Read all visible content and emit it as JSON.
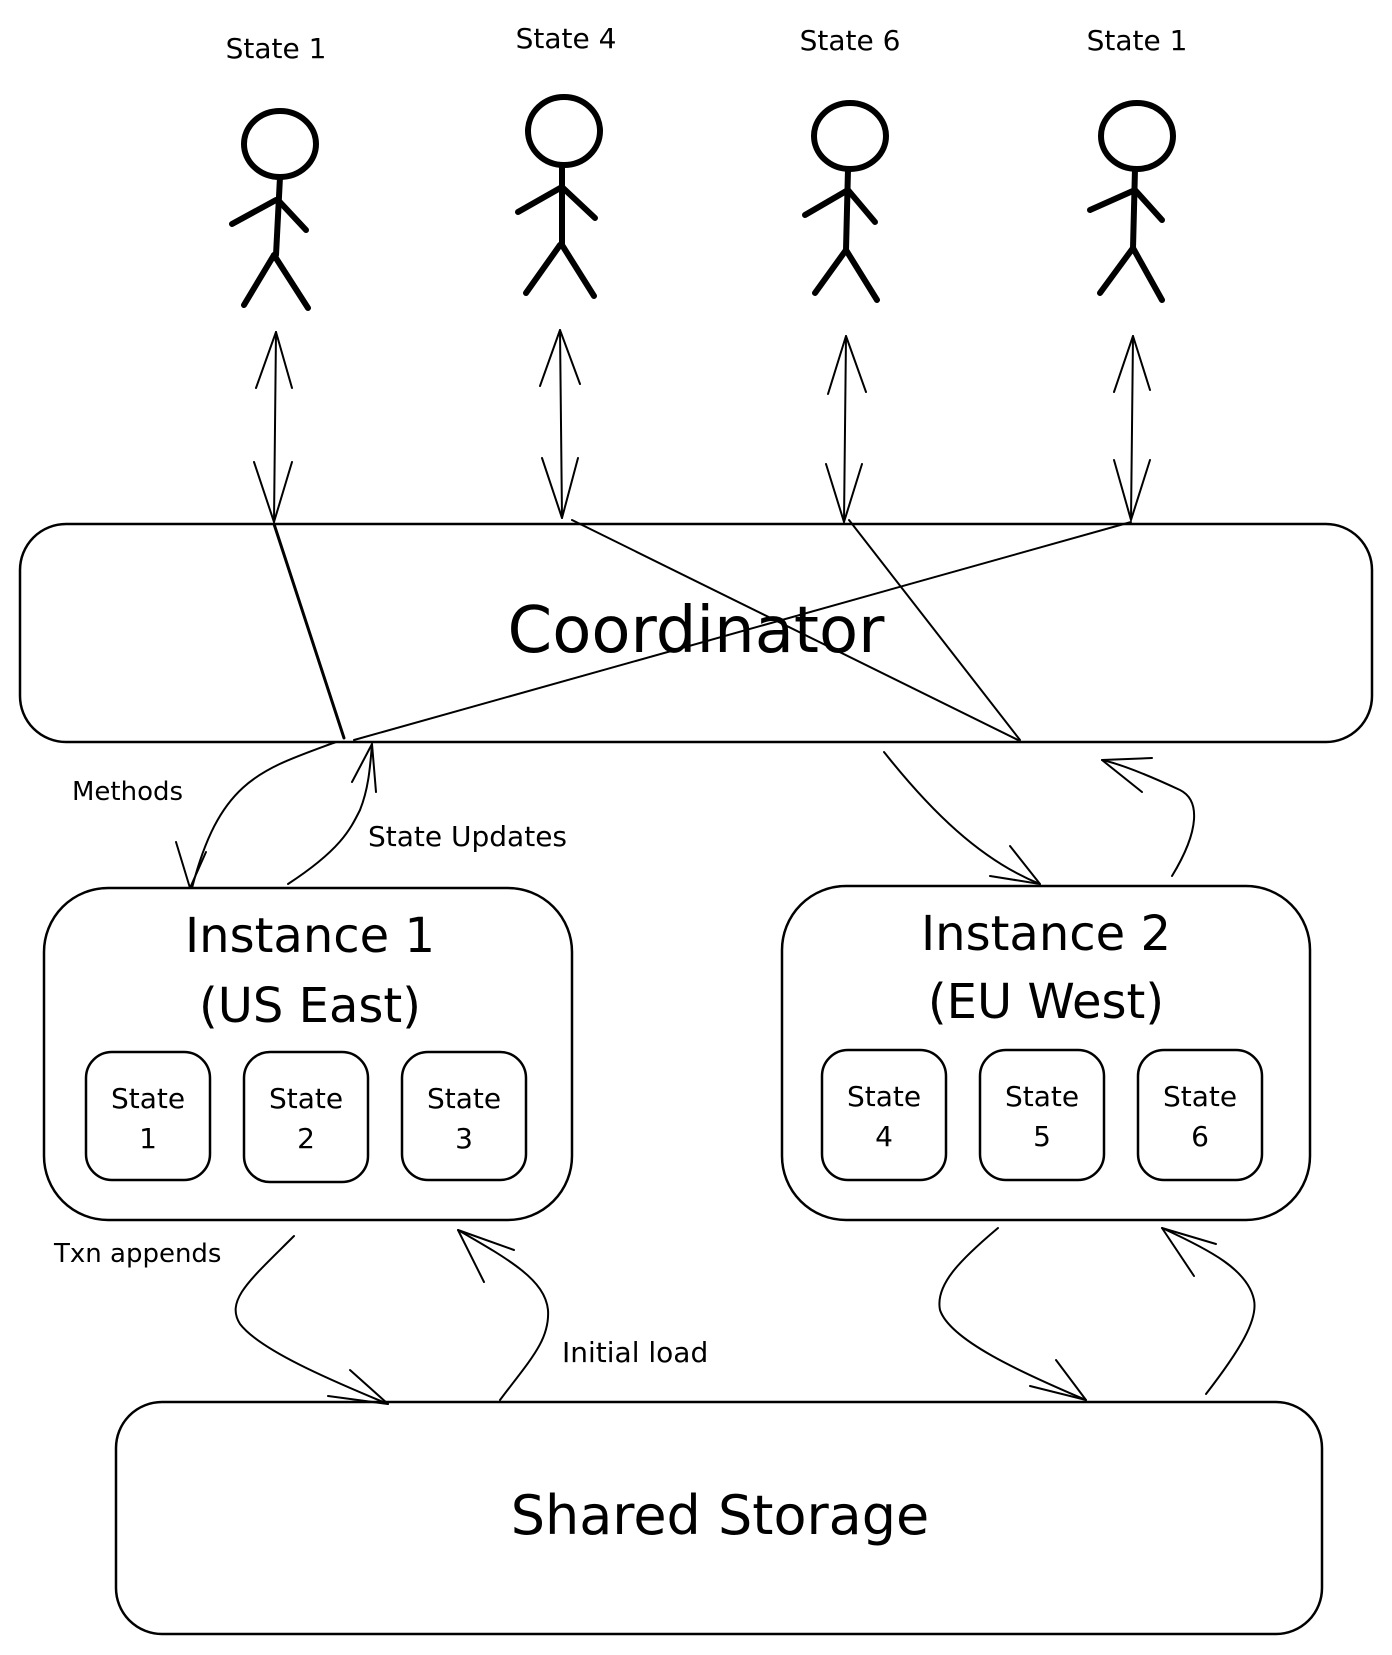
{
  "users": [
    {
      "label": "State 1"
    },
    {
      "label": "State 4"
    },
    {
      "label": "State 6"
    },
    {
      "label": "State 1"
    }
  ],
  "coordinator": {
    "label": "Coordinator"
  },
  "edges": {
    "methods": "Methods",
    "state_updates": "State Updates",
    "txn_appends": "Txn appends",
    "initial_load": "Initial load"
  },
  "instances": [
    {
      "title_line1": "Instance 1",
      "title_line2": "(US East)",
      "states": [
        {
          "line1": "State",
          "line2": "1"
        },
        {
          "line1": "State",
          "line2": "2"
        },
        {
          "line1": "State",
          "line2": "3"
        }
      ]
    },
    {
      "title_line1": "Instance 2",
      "title_line2": "(EU West)",
      "states": [
        {
          "line1": "State",
          "line2": "4"
        },
        {
          "line1": "State",
          "line2": "5"
        },
        {
          "line1": "State",
          "line2": "6"
        }
      ]
    }
  ],
  "storage": {
    "label": "Shared Storage"
  }
}
